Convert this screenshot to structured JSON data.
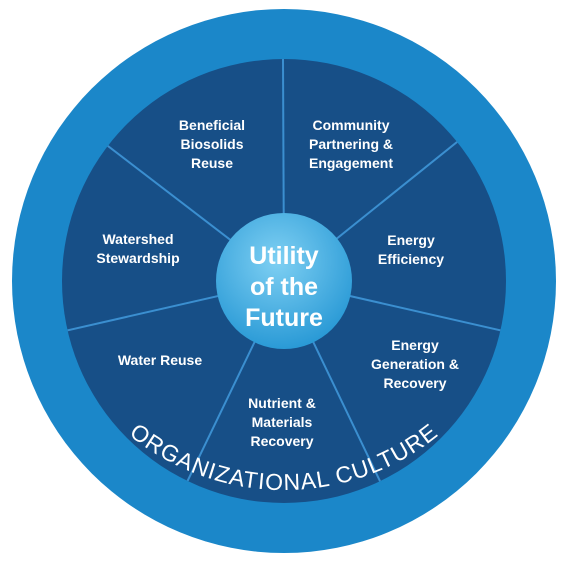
{
  "colors": {
    "outer_ring": "#1b87c9",
    "segment_fill": "#174f87",
    "divider": "#3b8fd0",
    "center_light": "#7fd0f3",
    "center_dark": "#2a9ad6",
    "text": "#ffffff"
  },
  "diagram": {
    "center": {
      "lines": [
        "Utility",
        "of the",
        "Future"
      ]
    },
    "ring_label": "ORGANIZATIONAL CULTURE",
    "segments": [
      {
        "lines": [
          "Beneficial",
          "Biosolids",
          "Reuse"
        ]
      },
      {
        "lines": [
          "Community",
          "Partnering &",
          "Engagement"
        ]
      },
      {
        "lines": [
          "Energy",
          "Efficiency"
        ]
      },
      {
        "lines": [
          "Energy",
          "Generation &",
          "Recovery"
        ]
      },
      {
        "lines": [
          "Nutrient &",
          "Materials",
          "Recovery"
        ]
      },
      {
        "lines": [
          "Water Reuse"
        ]
      },
      {
        "lines": [
          "Watershed",
          "Stewardship"
        ]
      }
    ]
  }
}
